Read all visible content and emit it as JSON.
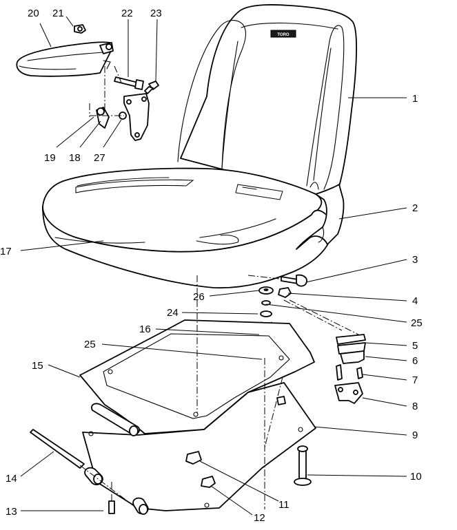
{
  "logo_text": "TORO",
  "callouts": [
    "1",
    "2",
    "3",
    "4",
    "5",
    "6",
    "7",
    "8",
    "9",
    "10",
    "11",
    "12",
    "13",
    "14",
    "15",
    "16",
    "17",
    "18",
    "19",
    "20",
    "21",
    "22",
    "23",
    "24",
    "25",
    "25",
    "26",
    "27"
  ],
  "colors": {
    "line": "#000000",
    "background": "#ffffff"
  }
}
